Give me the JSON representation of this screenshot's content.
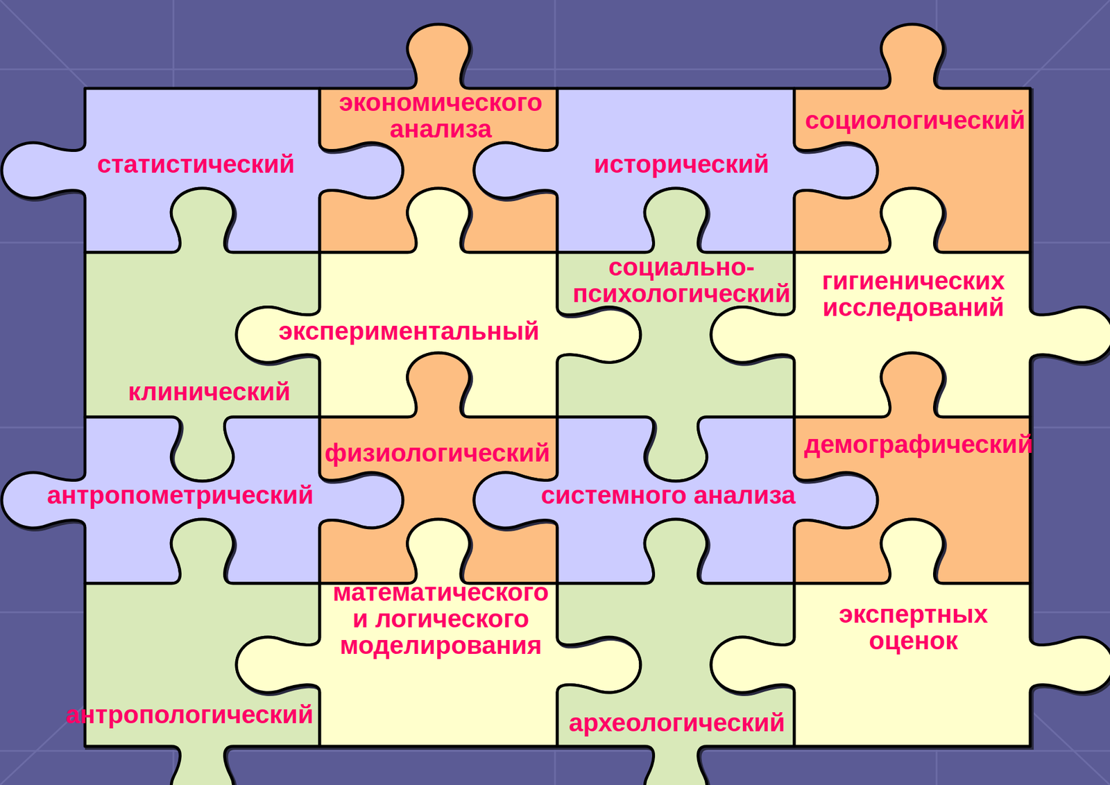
{
  "diagram": {
    "nodes": [
      {
        "text": [
          "статистический"
        ]
      },
      {
        "text": [
          "экономического анализа"
        ]
      },
      {
        "text": [
          "исторический"
        ]
      },
      {
        "text": [
          "социологический"
        ]
      },
      {
        "text": [
          "клинический"
        ]
      },
      {
        "text": [
          "экспериментальный"
        ]
      },
      {
        "text": [
          "социально-психологический"
        ]
      },
      {
        "text": [
          "гигиенических исследований"
        ]
      },
      {
        "text": [
          "антропометрический"
        ]
      },
      {
        "text": [
          "физиологический"
        ]
      },
      {
        "text": [
          "системного анализа"
        ]
      },
      {
        "text": [
          "демографический"
        ]
      },
      {
        "text": [
          "антропологический"
        ]
      },
      {
        "text": [
          "математического и логического моделирования"
        ]
      },
      {
        "text": [
          "археологический"
        ]
      },
      {
        "text": [
          "экспертных оценок"
        ]
      }
    ]
  }
}
